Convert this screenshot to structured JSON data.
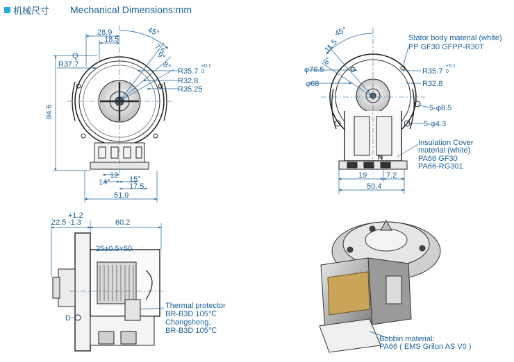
{
  "header": {
    "title_cn": "机械尺寸",
    "title_en": "Mechanical Dimensions:mm",
    "accent": "#29a8e0",
    "text_color": "#1a5f9a"
  },
  "front_view": {
    "d_28_9": "28.9",
    "d_18_5": "18.5",
    "d_45": "45°",
    "d_7_5": "7.5",
    "d_9": "9°",
    "d_8": "8°",
    "q": "Q",
    "r37_7": "R37.7",
    "r35_7": "R35.7",
    "r35_7_tol": "+0.1",
    "r35_7_tol2": "0",
    "r32_8": "R32.8",
    "r35_25": "R35.25",
    "d_94_6": "94.6",
    "d_12": "12",
    "d_14": "14°",
    "d_15": "15°",
    "d_17_5": "17.5",
    "d_51_9": "51.9"
  },
  "back_view": {
    "d_45": "45°",
    "d_11_5": "11.5",
    "d_8": "8°",
    "phi76_5": "φ76.5",
    "phi68": "φ68",
    "r35_7": "R35.7",
    "r35_7_tol": "+0.1",
    "r35_7_tol2": "0",
    "r32_8": "R32.8",
    "hole_8_5": "5-φ8.5",
    "hole_4_3": "5-φ4.3",
    "d_19": "19",
    "d_7_2": "7.2",
    "d_50_4": "50.4",
    "mark_n": "N",
    "stator_l1": "Stator body material (white)",
    "stator_l2": "PP GF30 GFPP-R30T",
    "cover_l1": "Insulation Cover",
    "cover_l2": "material (white)",
    "cover_l3": "PA66 GF30",
    "cover_l4": "PA66-RG301"
  },
  "side_view": {
    "d_1_2": "+1.2",
    "d_22_5": "22.5",
    "d_1_3": "-1.3",
    "d_60_2": "60.2",
    "d_25": "25±0.5×50",
    "d_d": "D",
    "thermal_l1": "Thermal protector",
    "thermal_l2": "BR-B3D 105℃",
    "thermal_l3": "Changsheng,",
    "thermal_l4": "BR-B3D 105℃"
  },
  "iso_view": {
    "bobbin_l1": "Bobbin material:",
    "bobbin_l2": "PA66 ( EMS Grilon AS V0 )"
  }
}
